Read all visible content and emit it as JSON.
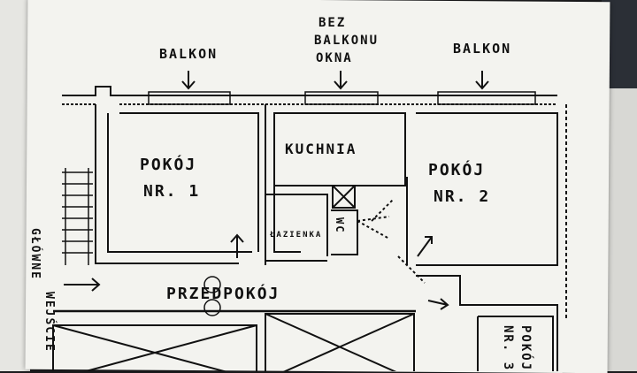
{
  "labels": {
    "balkon_left": "BALKON",
    "bez_line1": "BEZ",
    "bez_line2": "BALKONU",
    "bez_line3": "OKNA",
    "balkon_right": "BALKON",
    "kuchnia": "KUCHNIA",
    "pokoj1_line1": "POKÓJ",
    "pokoj1_line2": "NR. 1",
    "pokoj2_line1": "POKÓJ",
    "pokoj2_line2": "NR. 2",
    "lazienka": "ŁAZIENKA",
    "wc": "WC",
    "przedpokoj": "PRZEDPOKÓJ",
    "wejscie_line1": "WEJŚCIE",
    "wejscie_line2": "GŁÓWNE",
    "pokoj3_line1": "POKÓJ",
    "pokoj3_line2": "NR. 3"
  },
  "colors": {
    "ink": "#111111",
    "paper": "#f3f3ef"
  }
}
